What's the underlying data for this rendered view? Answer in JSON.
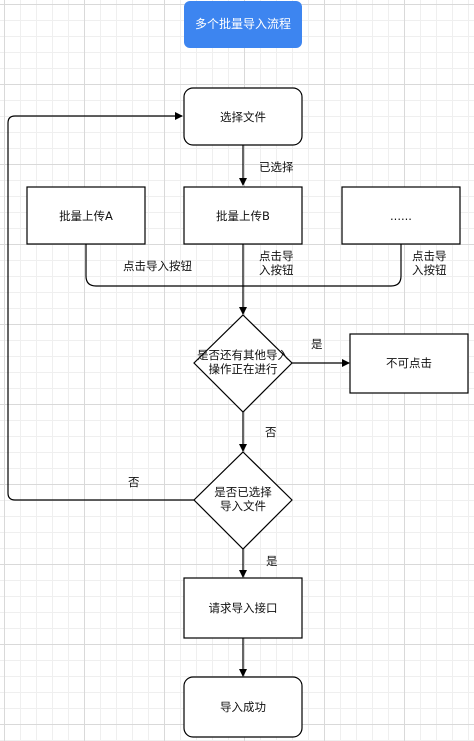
{
  "title": "多个批量导入流程",
  "nodes": {
    "select_file": "选择文件",
    "batch_a": "批量上传A",
    "batch_b": "批量上传B",
    "batch_more": "......",
    "check_other_line1": "是否还有其他导入",
    "check_other_line2": "操作正在进行",
    "not_clickable": "不可点击",
    "check_selected_line1": "是否已选择",
    "check_selected_line2": "导入文件",
    "request_api": "请求导入接口",
    "import_success": "导入成功"
  },
  "edges": {
    "selected": "已选择",
    "click_a": "点击导入按钮",
    "click_b_line1": "点击导",
    "click_b_line2": "入按钮",
    "click_more_line1": "点击导",
    "click_more_line2": "入按钮",
    "yes_other": "是",
    "no_other": "否",
    "no_selected": "否",
    "yes_selected": "是"
  },
  "colors": {
    "title_bg": "#3d85f0",
    "title_text": "#ffffff",
    "stroke": "#000000"
  }
}
